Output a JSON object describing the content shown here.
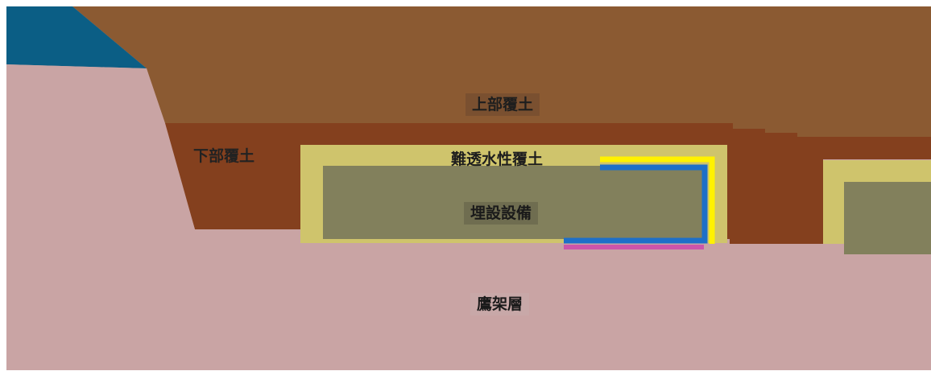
{
  "labels": {
    "upper_cover": "上部覆土",
    "lower_cover": "下部覆土",
    "low_permeability_cover": "難透水性覆土",
    "buried_facility": "埋設設備",
    "bedrock": "鷹架層"
  },
  "colors": {
    "upper_cover": "#8b5a32",
    "lower_cover": "#84401e",
    "low_permeability_cover": "#cfc46c",
    "buried_facility": "#82805c",
    "bedrock": "#c9a4a4",
    "water": "#0b5e85",
    "line_yellow": "#fff200",
    "line_blue": "#1e6fc8",
    "line_magenta": "#cc55aa"
  }
}
